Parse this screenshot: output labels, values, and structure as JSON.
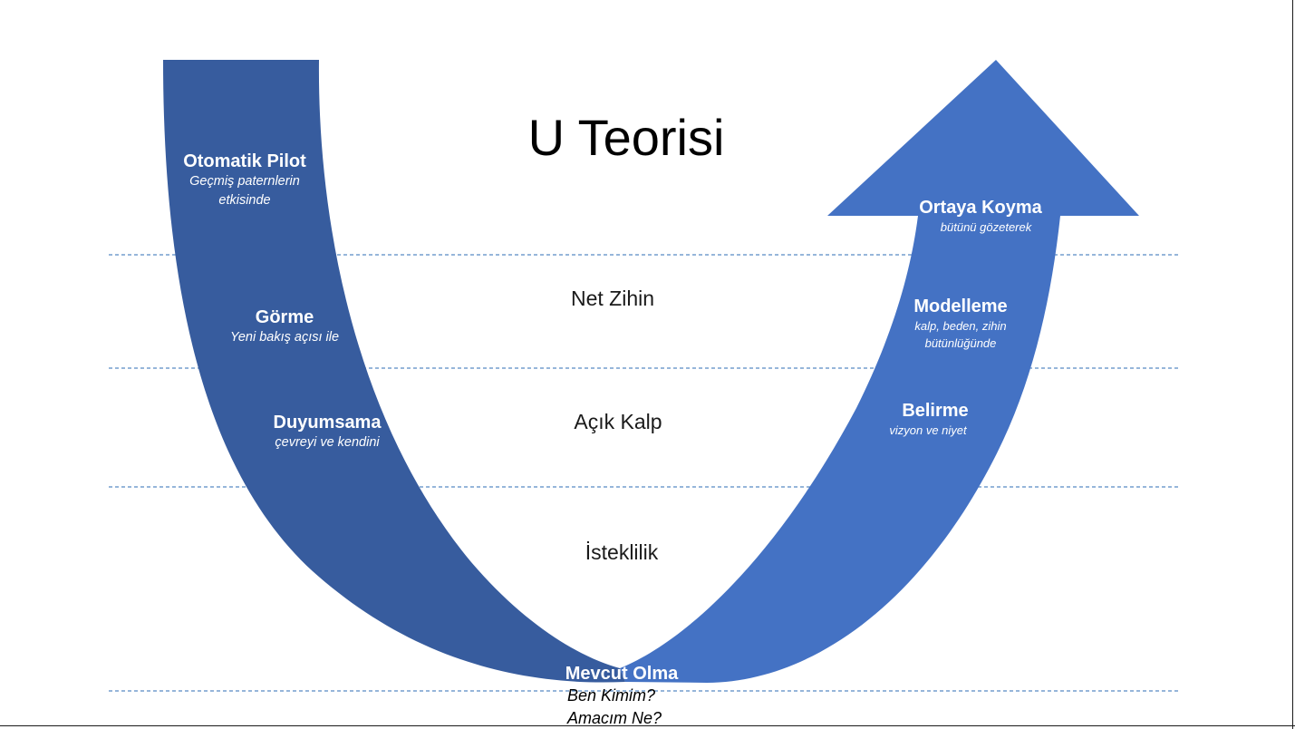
{
  "title": "U Teorisi",
  "colors": {
    "left_arm": "#375C9E",
    "right_arm": "#4472C4",
    "dashed_line": "#2E6DB4",
    "label_text": "#FFFFFF",
    "body_text": "#1A1A1A"
  },
  "left_stages": [
    {
      "heading": "Otomatik Pilot",
      "subtitle_lines": [
        "Geçmiş paternlerin",
        "etkisinde"
      ]
    },
    {
      "heading": "Görme",
      "subtitle_lines": [
        "Yeni bakış açısı ile"
      ]
    },
    {
      "heading": "Duyumsama",
      "subtitle_lines": [
        "çevreyi ve kendini"
      ]
    }
  ],
  "right_stages": [
    {
      "heading": "Ortaya Koyma",
      "subtitle_lines": [
        "bütünü gözeterek"
      ]
    },
    {
      "heading": "Modelleme",
      "subtitle_lines": [
        "kalp, beden, zihin",
        "bütünlüğünde"
      ]
    },
    {
      "heading": "Belirme",
      "subtitle_lines": [
        "vizyon ve niyet"
      ]
    }
  ],
  "levels": [
    "Net Zihin",
    "Açık Kalp",
    "İsteklilik"
  ],
  "bottom": {
    "heading": "Mevcut Olma",
    "subtitle_lines": [
      "Ben Kimim?",
      "Amacım Ne?"
    ]
  }
}
